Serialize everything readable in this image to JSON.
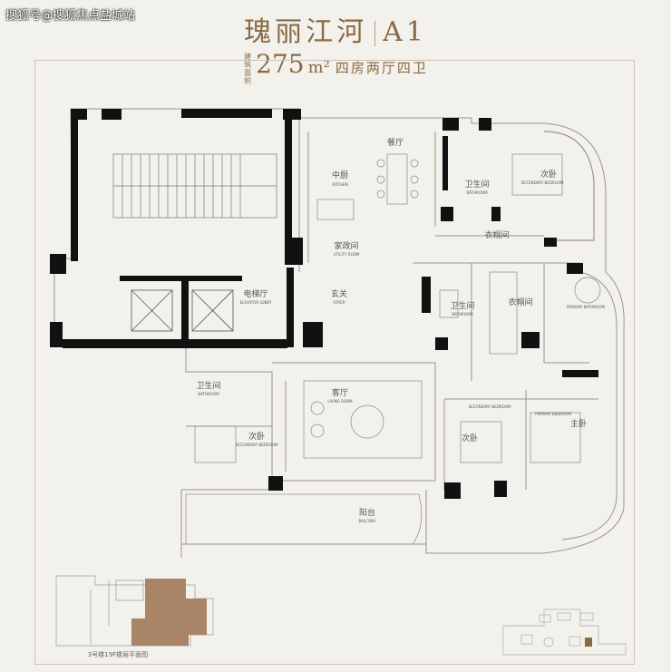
{
  "watermark": "搜狐号@搜狐焦点盐城站",
  "header": {
    "project": "瑰丽江河",
    "unit": "A1",
    "area_label": "建筑面积",
    "area": "275",
    "area_unit": "m²",
    "rooms": "四房两厅四卫"
  },
  "rooms": {
    "dining": "餐厅",
    "kitchen": "中厨",
    "kitchen_en": "KITCHEN",
    "bath_top": "卫生间",
    "bath_top_en": "BATHROOM",
    "secondary_bed_top": "次卧",
    "secondary_bed_top_en": "SECONDARY BEDROOM",
    "cloak_top": "衣帽间",
    "housekeeping": "家政间",
    "housekeeping_en": "UTILITY ROOM",
    "elevator_hall": "电梯厅",
    "elevator_hall_en": "ELEVATOR LOBBY",
    "foyer": "玄关",
    "foyer_en": "FOYER",
    "bath_mid": "卫生间",
    "bath_mid_en": "BATHROOM",
    "cloak_master": "衣帽间",
    "master_bath_en": "PRIMARY BATHROOM",
    "bath_left": "卫生间",
    "bath_left_en": "BATHROOM",
    "living": "客厅",
    "living_en": "LIVING ROOM",
    "secondary_bed_left": "次卧",
    "secondary_bed_left_en": "SECONDARY BEDROOM",
    "secondary_bed_right": "次卧",
    "secondary_bed_right_en": "SECONDARY BEDROOM",
    "master_bed": "主卧",
    "master_bed_en": "PRIMARY BEDROOM",
    "balcony": "阳台",
    "balcony_en": "BALCONY"
  },
  "keyplan": {
    "caption": "3号楼19F楼层平面图"
  },
  "colors": {
    "accent": "#8a6a45",
    "wall": "#111111",
    "highlight": "#a98466"
  }
}
